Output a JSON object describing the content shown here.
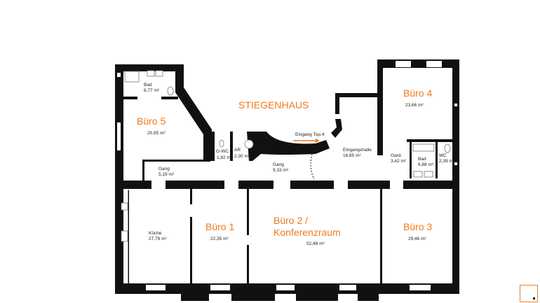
{
  "title": "STIEGENHAUS",
  "entrance": {
    "label": "Eingang Top.4",
    "arrow_color": "#f07a1e"
  },
  "rooms": [
    {
      "name": "Bad",
      "area": "6,77 m²"
    },
    {
      "name": "Büro 5",
      "area": "20,95 m²"
    },
    {
      "name": "G-WC",
      "area": "1,82 m²"
    },
    {
      "name": "AR",
      "area": "2,30 m²"
    },
    {
      "name": "Gang",
      "area": "5,19 m²"
    },
    {
      "name": "Gang",
      "area": "9,33 m²"
    },
    {
      "name": "Eingangshalle",
      "area": "16,85 m²"
    },
    {
      "name": "Büro 4",
      "area": "23,66 m²"
    },
    {
      "name": "Gard.",
      "area": "3,42 m²"
    },
    {
      "name": "Bad",
      "area": "6,88 m²"
    },
    {
      "name": "WC",
      "area": "2,39 m²"
    },
    {
      "name": "Küche",
      "area": "27,79 m²"
    },
    {
      "name": "Büro 1",
      "area": "22,35 m²"
    },
    {
      "name": "Büro 2 /",
      "name2": "Konferenzraum",
      "area": "52,48 m²"
    },
    {
      "name": "Büro 3",
      "area": "29,46 m²"
    }
  ],
  "accent_color": "#f07a1e"
}
